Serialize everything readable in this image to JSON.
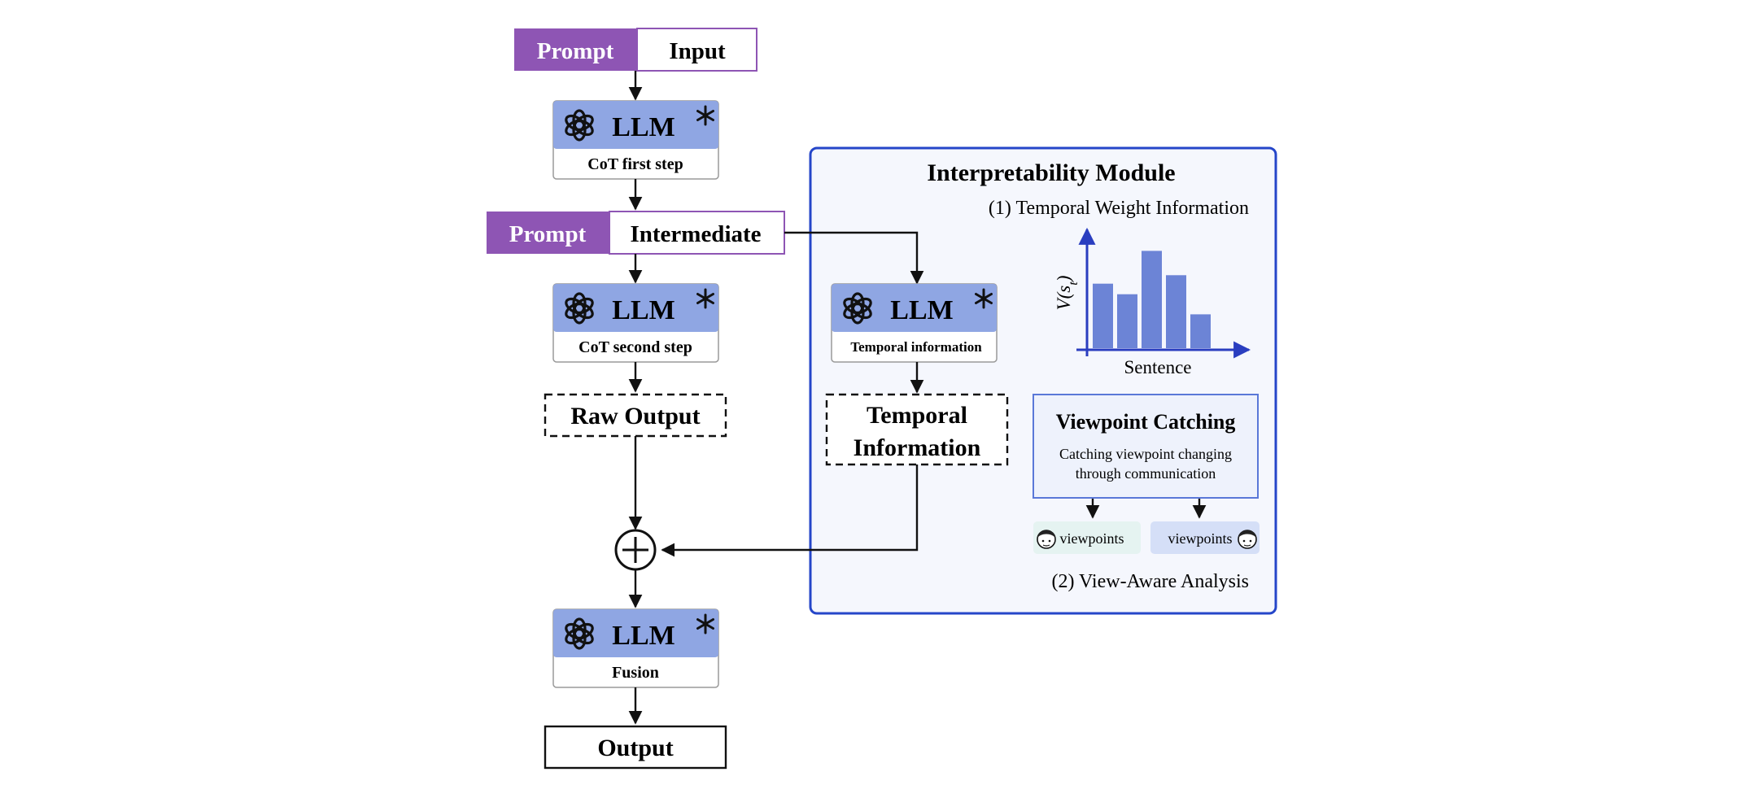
{
  "colors": {
    "prompt_purple": "#8e55b4",
    "llm_blue": "#8fa6e3",
    "module_border": "#2546c9",
    "module_bg": "#f5f7fd",
    "bar_blue": "#6c84d6",
    "axis_blue": "#2a3ec0",
    "pill_left": "#e5f3f1",
    "pill_right": "#d5dff7",
    "viewpoint_box_bg": "#eef2fc"
  },
  "prompt_input": {
    "tag": "Prompt",
    "label": "Input"
  },
  "prompt_intermediate": {
    "tag": "Prompt",
    "label": "Intermediate"
  },
  "llm_nodes": [
    {
      "title": "LLM",
      "caption": "CoT first step",
      "icon": "openai-icon",
      "badge": "snowflake-icon"
    },
    {
      "title": "LLM",
      "caption": "CoT second step",
      "icon": "openai-icon",
      "badge": "snowflake-icon"
    },
    {
      "title": "LLM",
      "caption": "Temporal information",
      "icon": "openai-icon",
      "badge": "snowflake-icon"
    },
    {
      "title": "LLM",
      "caption": "Fusion",
      "icon": "openai-icon",
      "badge": "snowflake-icon"
    }
  ],
  "raw_output": "Raw Output",
  "temporal_info": {
    "line1": "Temporal",
    "line2": "Information"
  },
  "output": "Output",
  "fusion_symbol": "plus-circle-icon",
  "module": {
    "title": "Interpretability Module",
    "subtitle1": "(1) Temporal Weight Information",
    "subtitle2": "(2) View-Aware Analysis",
    "viewpoint_title": "Viewpoint Catching",
    "viewpoint_desc1": "Catching viewpoint changing",
    "viewpoint_desc2": "through communication",
    "pill_left": "viewpoints",
    "pill_right": "viewpoints"
  },
  "chart_data": {
    "type": "bar",
    "xlabel": "Sentence",
    "ylabel": "V(s_t)",
    "categories": [
      "",
      "",
      "",
      "",
      ""
    ],
    "values": [
      0.61,
      0.51,
      0.92,
      0.69,
      0.32
    ],
    "ylim": [
      0,
      1
    ],
    "grid": false
  }
}
